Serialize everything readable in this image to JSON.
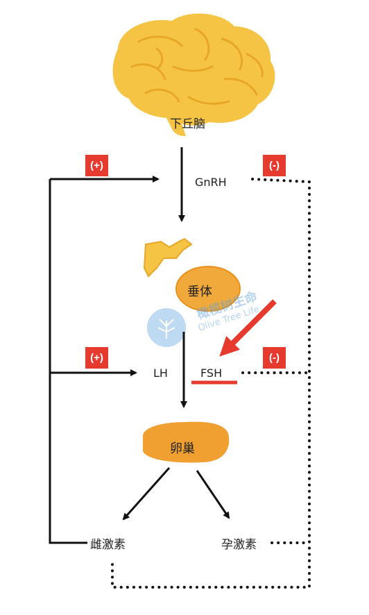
{
  "nodes": {
    "hypothalamus": "下丘脑",
    "gnrh": "GnRH",
    "pituitary": "垂体",
    "lh": "LH",
    "fsh": "FSH",
    "ovary": "卵巢",
    "estrogen": "雌激素",
    "progesterone": "孕激素"
  },
  "badges": {
    "gnrh_positive": "(+)",
    "gnrh_negative": "(-)",
    "lh_positive": "(+)",
    "fsh_negative": "(-)"
  },
  "watermark": {
    "cn": "橄榄树生命",
    "en": "Olive Tree Life"
  },
  "colors": {
    "brain": "#f6c445",
    "pituitary": "#f2a93b",
    "ovary": "#f0a030",
    "accent": "#e63a2e"
  }
}
